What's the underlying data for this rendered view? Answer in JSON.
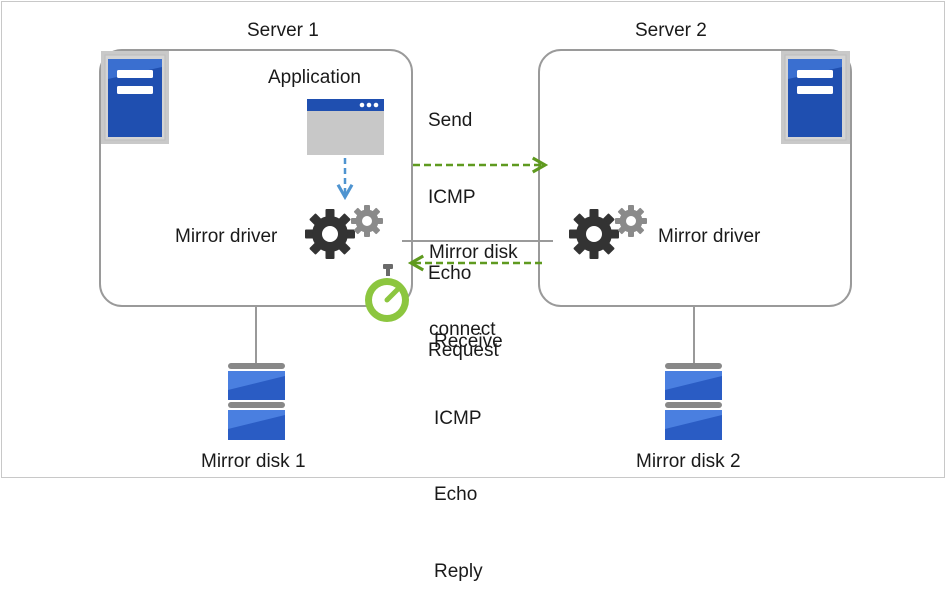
{
  "server1": {
    "title": "Server 1",
    "application_label": "Application",
    "driver_label": "Mirror driver"
  },
  "server2": {
    "title": "Server 2",
    "driver_label": "Mirror driver"
  },
  "send_label": [
    "Send",
    "ICMP",
    "Echo",
    "Request"
  ],
  "connect_label": [
    "Mirror disk",
    "connect"
  ],
  "receive_label": [
    "Receive",
    "ICMP",
    "Echo",
    "Reply"
  ],
  "disk1_label": "Mirror disk 1",
  "disk2_label": "Mirror disk 2",
  "colors": {
    "server_blue": "#1f4fb0",
    "server_panel": "#c9c9c9",
    "disk_blue": "#2a5cc4",
    "gear_dark": "#333333",
    "gear_light": "#8a8a8a",
    "arrow_green": "#5f9a1f",
    "arrow_blue": "#4f94d0",
    "timer_green": "#8cc63f"
  },
  "icons": [
    "server-icon",
    "application-window-icon",
    "gear-icon",
    "stopwatch-icon",
    "disk-icon"
  ]
}
